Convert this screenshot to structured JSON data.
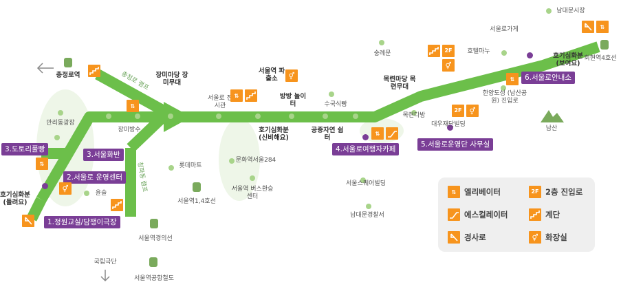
{
  "colors": {
    "line": "#6cbf4a",
    "accent": "#f7941d",
    "stop": "#7a3e96",
    "dot": "#a8d48a"
  },
  "labels": {
    "chungjeongno": "충정로역",
    "chungjeongno_ramp": "충정로 램프",
    "rose_plaza": "장미마당 장미무대",
    "rose_bed": "장미방수",
    "mallidong": "만리동광장",
    "yunseul": "윤슬",
    "hogi_left": "호기심화분 (들려요)",
    "seoul_station_police": "서울역 파출소",
    "seoulro_exhibit": "서울로 전시관",
    "bangbang": "방방 놀이터",
    "sugukdo": "수국식빵",
    "hogi_mid": "호기심화분 (신비해요)",
    "public_rest": "공중자연 쉼터",
    "culture284": "문화역서울284",
    "lotte": "롯데마트",
    "seoul_bus": "서울역 버스환승센터",
    "seoul_1_4": "서울역1,4호선",
    "cheongpa_ramp": "청파동 램프",
    "gyeongui": "서울역경의선",
    "national_theater": "국립극단",
    "airport_rail": "서울역공항철도",
    "sungnyemun": "숭례문",
    "mongnyeon_plaza": "목련마당 목련무대",
    "mongnyeon_tea": "목련다방",
    "daewoo": "대우재단빌딩",
    "hotel_mama": "호텔마누",
    "seoulro_store": "서울로가게",
    "hanyang": "한양도성 (남산공원) 진입로",
    "namsan": "남산",
    "hogi_right": "호기심화분 (보여요)",
    "hoehyeon": "회현역4호선",
    "namdaemun_market": "남대문시장",
    "seoul_square": "서울스퀘어빌딩",
    "namdaemun_police": "남대문경찰서"
  },
  "stops": {
    "s1": "1.정원교실/담쟁이극장",
    "s2": "2.서울로 운영센터",
    "s3": "3.도토리풀빵",
    "s3b": "3.서울화반",
    "s4": "4.서울로여행자카페",
    "s5": "5.서울로운영단 사무실",
    "s6": "6.서울로안내소"
  },
  "legend": {
    "elevator": "엘리베이터",
    "floor2": "2층 진입로",
    "escalator": "에스컬레이터",
    "stairs": "계단",
    "ramp": "경사로",
    "toilet": "화장실"
  },
  "icons": [
    "elevator-icon",
    "2f-entrance-icon",
    "escalator-icon",
    "stairs-icon",
    "ramp-icon",
    "toilet-icon",
    "train-icon",
    "mountain-icon",
    "arrow-left-icon",
    "arrow-down-icon"
  ]
}
